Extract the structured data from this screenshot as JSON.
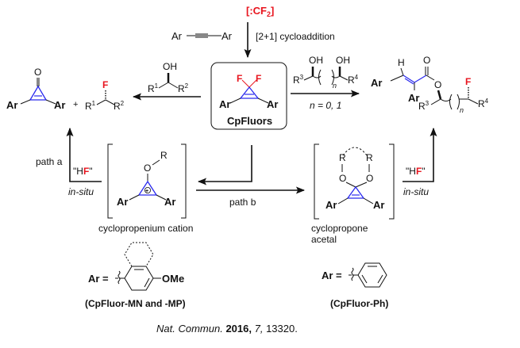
{
  "reagent": {
    "bracket_open": "[",
    "carbene": ":CF",
    "sub": "2",
    "bracket_close": "]"
  },
  "alkyne": {
    "left": "Ar",
    "right": "Ar"
  },
  "cycloaddition_label": "[2+1] cycloaddition",
  "center": {
    "label": "CpFluors",
    "f1": "F",
    "f2": "F",
    "ar_left": "Ar",
    "ar_right": "Ar"
  },
  "left_reagent": {
    "oh": "OH",
    "r1": "R",
    "r1_sup": "1",
    "r2": "R",
    "r2_sup": "2"
  },
  "left_products": {
    "ketone_o": "O",
    "ar_left": "Ar",
    "ar_right": "Ar",
    "plus": "+",
    "f": "F",
    "r1": "R",
    "r1_sup": "1",
    "r2": "R",
    "r2_sup": "2"
  },
  "right_reagent": {
    "oh1": "OH",
    "oh2": "OH",
    "r3": "R",
    "r3_sup": "3",
    "r4": "R",
    "r4_sup": "4",
    "n": "n",
    "condition": "n = 0, 1"
  },
  "right_product": {
    "h": "H",
    "ar1": "Ar",
    "ar2": "Ar",
    "o1": "O",
    "o2": "O",
    "f": "F",
    "r3": "R",
    "r3_sup": "3",
    "r4": "R",
    "r4_sup": "4",
    "n": "n"
  },
  "path_a": {
    "label": "path a",
    "hf_pre": "\"H",
    "hf_f": "F",
    "hf_post": "\"",
    "insitu": "in-situ"
  },
  "path_b": {
    "label": "path b"
  },
  "right_path": {
    "hf_pre": "\"H",
    "hf_f": "F",
    "hf_post": "\"",
    "insitu": "in-situ"
  },
  "cation": {
    "r": "R",
    "o": "O",
    "ar_left": "Ar",
    "ar_right": "Ar",
    "plus": "+",
    "caption": "cyclopropenium cation"
  },
  "acetal": {
    "r1": "R",
    "r2": "R",
    "o1": "O",
    "o2": "O",
    "ar_left": "Ar",
    "ar_right": "Ar",
    "caption_line1": "cyclopropone",
    "caption_line2": "acetal"
  },
  "ar_mn": {
    "ar_eq": "Ar =",
    "ome": "OMe",
    "caption": "(CpFluor-MN and -MP)"
  },
  "ar_ph": {
    "ar_eq": "Ar =",
    "caption": "(CpFluor-Ph)"
  },
  "citation": {
    "journal": "Nat. Commun.",
    "year": "2016,",
    "volume": "7,",
    "pages": "13320."
  },
  "colors": {
    "fluorine": "#e8141e",
    "ring": "#2a2aee",
    "ink": "#111111"
  }
}
